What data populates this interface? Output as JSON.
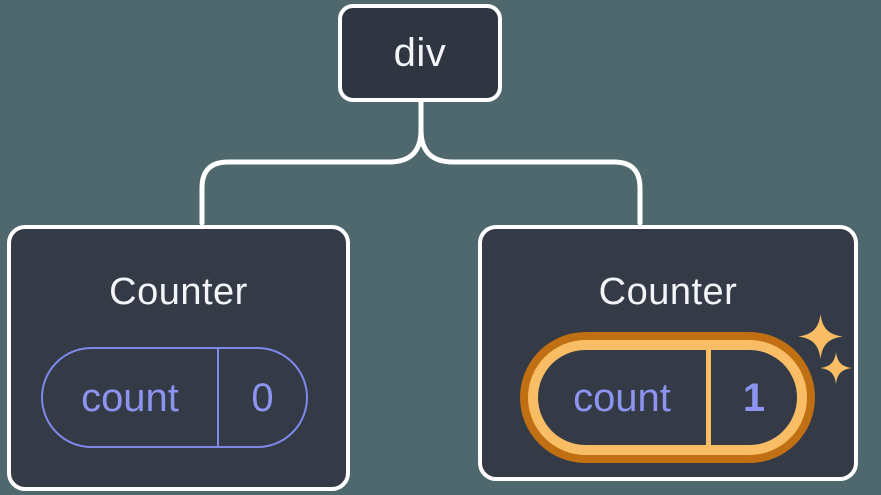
{
  "diagram": {
    "description": "component tree",
    "root_node": {
      "label": "div"
    },
    "children": [
      {
        "title": "Counter",
        "state": {
          "key": "count",
          "value": "0"
        },
        "highlighted": false
      },
      {
        "title": "Counter",
        "state": {
          "key": "count",
          "value": "1"
        },
        "highlighted": true
      }
    ],
    "colors": {
      "background": "#4E686D",
      "card": "#343A46",
      "node": "#2F3642",
      "line": "#FFFFFF",
      "purple_text": "#8C94F0",
      "purple_border": "#7E89EA",
      "orange_outer": "#C06F12",
      "orange_inner": "#F9BD66",
      "title_text": "#F3F5F9"
    }
  }
}
